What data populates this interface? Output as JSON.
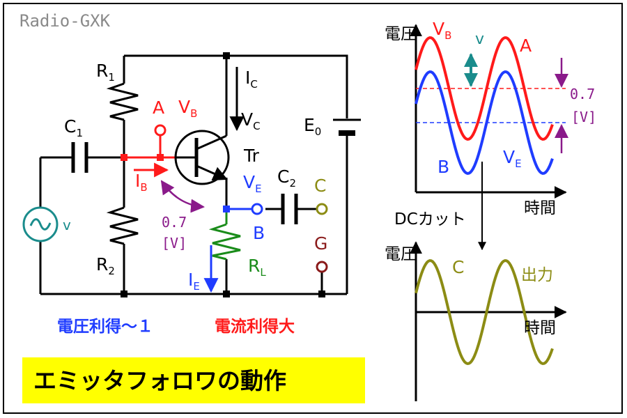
{
  "brand": "Radio-GXK",
  "colors": {
    "red": "#ff1a1a",
    "blue": "#1f3cff",
    "purple": "#8a1a8a",
    "teal": "#1a8c8c",
    "olive": "#8c8c14",
    "green": "#1a8c1a",
    "darkred": "#8a1a1a",
    "title_bg": "#ffff00"
  },
  "circuit": {
    "r1": {
      "main": "R",
      "sub": "1"
    },
    "r2": {
      "main": "R",
      "sub": "2"
    },
    "c1": {
      "main": "C",
      "sub": "1"
    },
    "c2": {
      "main": "C",
      "sub": "2"
    },
    "rl": {
      "main": "R",
      "sub": "L"
    },
    "e0": {
      "main": "E",
      "sub": "0"
    },
    "ic": {
      "main": "I",
      "sub": "C"
    },
    "vc": {
      "main": "V",
      "sub": "C"
    },
    "vb": {
      "main": "V",
      "sub": "B"
    },
    "ve": {
      "main": "V",
      "sub": "E"
    },
    "ib": {
      "main": "I",
      "sub": "B"
    },
    "ie": {
      "main": "I",
      "sub": "E"
    },
    "tr": "Tr",
    "source_v": "v",
    "node_a": "A",
    "node_b": "B",
    "node_c": "C",
    "node_g": "G",
    "vbe_value": "0.7",
    "vbe_unit": "[V]"
  },
  "captions": {
    "voltage_gain": "電圧利得～１",
    "current_gain": "電流利得大",
    "title": "エミッタフォロワの動作"
  },
  "top_graph": {
    "y_axis": "電圧",
    "x_axis": "時間",
    "vb": {
      "main": "V",
      "sub": "B"
    },
    "ve": {
      "main": "V",
      "sub": "E"
    },
    "amp": "v",
    "wave_a": "A",
    "wave_b": "B",
    "offset_value": "0.7",
    "offset_unit": "[V]"
  },
  "dc_cut": "DCカット",
  "bottom_graph": {
    "y_axis": "電圧",
    "x_axis": "時間",
    "wave_c": "C",
    "output": "出力"
  }
}
